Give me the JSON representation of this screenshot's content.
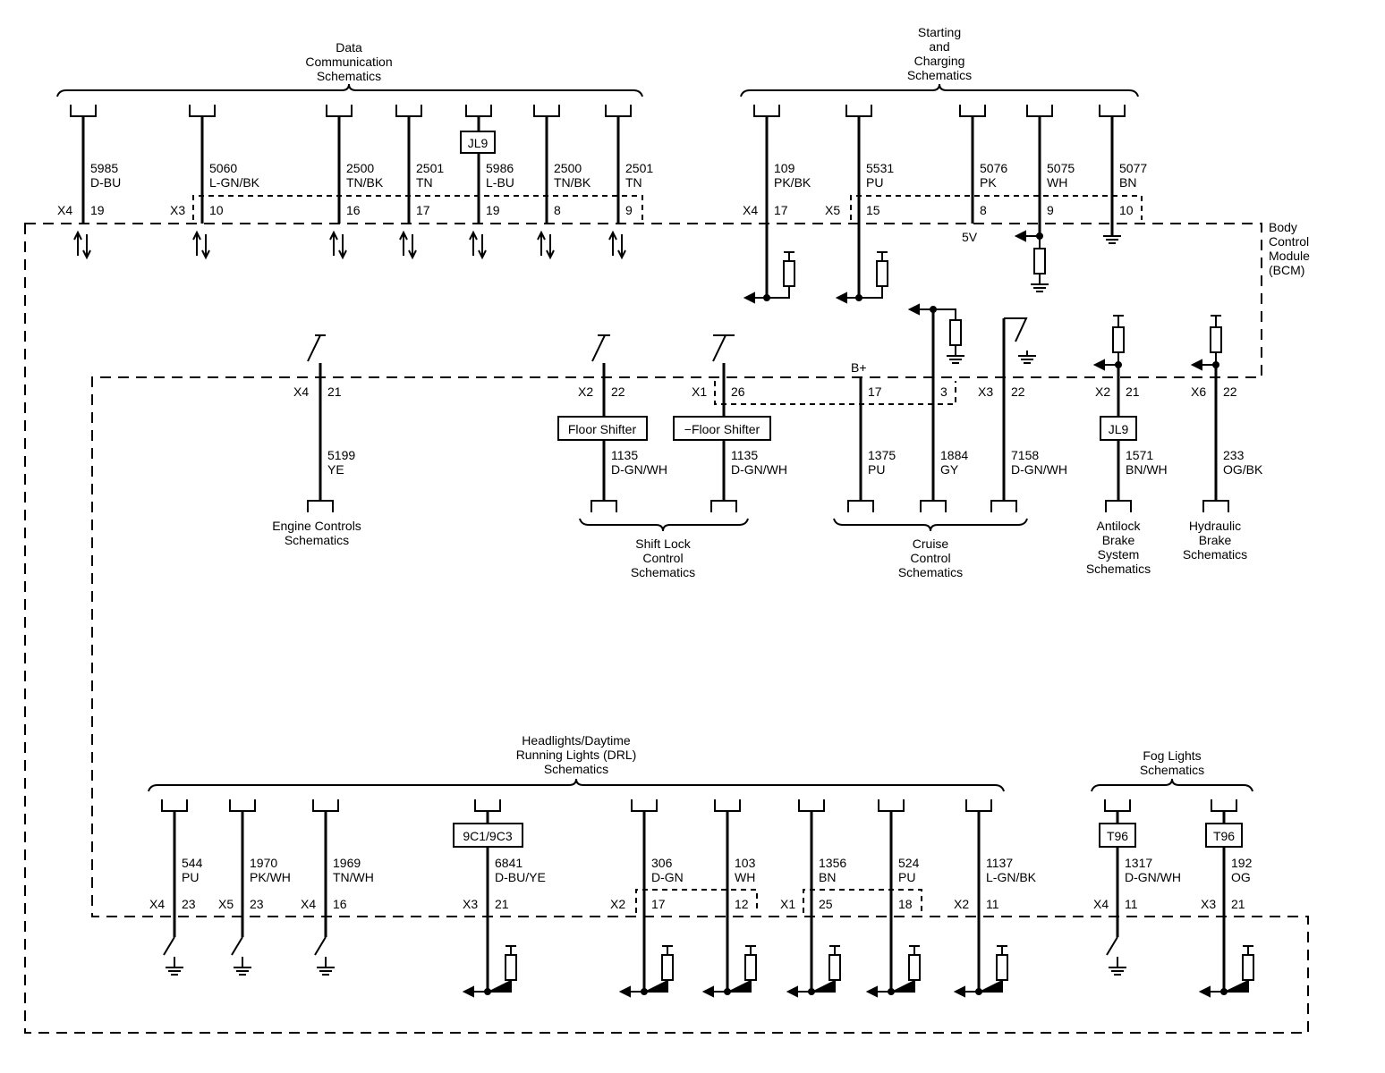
{
  "module_label": [
    "Body",
    "Control",
    "Module",
    "(BCM)"
  ],
  "groups": {
    "data_comm": [
      "Data",
      "Communication",
      "Schematics"
    ],
    "starting_charging": [
      "Starting",
      "and",
      "Charging",
      "Schematics"
    ],
    "engine_controls": [
      "Engine Controls",
      "Schematics"
    ],
    "shift_lock": [
      "Shift Lock",
      "Control",
      "Schematics"
    ],
    "cruise": [
      "Cruise",
      "Control",
      "Schematics"
    ],
    "abs": [
      "Antilock",
      "Brake",
      "System",
      "Schematics"
    ],
    "hydraulic": [
      "Hydraulic",
      "Brake",
      "Schematics"
    ],
    "headlights": [
      "Headlights/Daytime",
      "Running Lights (DRL)",
      "Schematics"
    ],
    "fog": [
      "Fog Lights",
      "Schematics"
    ]
  },
  "supply_labels": {
    "five_volt": "5V",
    "b_plus": "B+"
  },
  "option_boxes": {
    "jl9": "JL9",
    "floor_shifter": "Floor Shifter",
    "no_floor_shifter": "−Floor Shifter",
    "nine_c": "9C1/9C3",
    "t96": "T96"
  },
  "data_wires": [
    {
      "circuit": "5985",
      "color": "D-BU",
      "connector": "X4",
      "pin": "19"
    },
    {
      "circuit": "5060",
      "color": "L-GN/BK",
      "connector": "X3",
      "pin": "10"
    },
    {
      "circuit": "2500",
      "color": "TN/BK",
      "connector": "",
      "pin": "16"
    },
    {
      "circuit": "2501",
      "color": "TN",
      "connector": "",
      "pin": "17"
    },
    {
      "circuit": "5986",
      "color": "L-BU",
      "connector": "",
      "pin": "19"
    },
    {
      "circuit": "2500",
      "color": "TN/BK",
      "connector": "",
      "pin": "8"
    },
    {
      "circuit": "2501",
      "color": "TN",
      "connector": "",
      "pin": "9"
    }
  ],
  "charging_wires": [
    {
      "circuit": "109",
      "color": "PK/BK",
      "connector": "X4",
      "pin": "17"
    },
    {
      "circuit": "5531",
      "color": "PU",
      "connector": "X5",
      "pin": "15"
    },
    {
      "circuit": "5076",
      "color": "PK",
      "connector": "",
      "pin": "8"
    },
    {
      "circuit": "5075",
      "color": "WH",
      "connector": "",
      "pin": "9"
    },
    {
      "circuit": "5077",
      "color": "BN",
      "connector": "",
      "pin": "10"
    }
  ],
  "middle_wires": [
    {
      "circuit": "5199",
      "color": "YE",
      "connector": "X4",
      "pin": "21"
    },
    {
      "circuit": "1135",
      "color": "D-GN/WH",
      "connector": "X2",
      "pin": "22"
    },
    {
      "circuit": "1135",
      "color": "D-GN/WH",
      "connector": "X1",
      "pin": "26"
    },
    {
      "circuit": "1375",
      "color": "PU",
      "connector": "",
      "pin": "17"
    },
    {
      "circuit": "1884",
      "color": "GY",
      "connector": "",
      "pin": "3"
    },
    {
      "circuit": "7158",
      "color": "D-GN/WH",
      "connector": "X3",
      "pin": "22"
    },
    {
      "circuit": "1571",
      "color": "BN/WH",
      "connector": "X2",
      "pin": "21"
    },
    {
      "circuit": "233",
      "color": "OG/BK",
      "connector": "X6",
      "pin": "22"
    }
  ],
  "lighting_wires": [
    {
      "circuit": "544",
      "color": "PU",
      "connector": "X4",
      "pin": "23"
    },
    {
      "circuit": "1970",
      "color": "PK/WH",
      "connector": "X5",
      "pin": "23"
    },
    {
      "circuit": "1969",
      "color": "TN/WH",
      "connector": "X4",
      "pin": "16"
    },
    {
      "circuit": "6841",
      "color": "D-BU/YE",
      "connector": "X3",
      "pin": "21"
    },
    {
      "circuit": "306",
      "color": "D-GN",
      "connector": "X2",
      "pin": "17"
    },
    {
      "circuit": "103",
      "color": "WH",
      "connector": "",
      "pin": "12"
    },
    {
      "circuit": "1356",
      "color": "BN",
      "connector": "X1",
      "pin": "25"
    },
    {
      "circuit": "524",
      "color": "PU",
      "connector": "",
      "pin": "18"
    },
    {
      "circuit": "1137",
      "color": "L-GN/BK",
      "connector": "X2",
      "pin": "11"
    },
    {
      "circuit": "1317",
      "color": "D-GN/WH",
      "connector": "X4",
      "pin": "11"
    },
    {
      "circuit": "192",
      "color": "OG",
      "connector": "X3",
      "pin": "21"
    }
  ]
}
